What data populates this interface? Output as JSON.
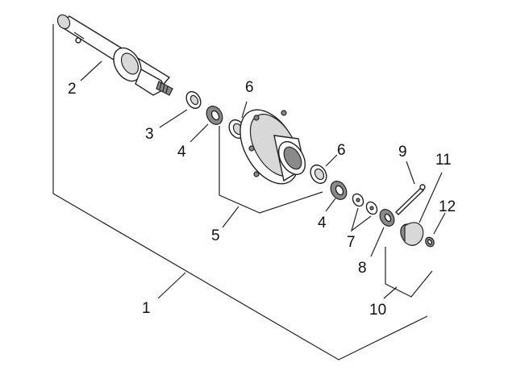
{
  "diagram": {
    "callouts": [
      {
        "id": "c1",
        "text": "1"
      },
      {
        "id": "c2",
        "text": "2"
      },
      {
        "id": "c3",
        "text": "3"
      },
      {
        "id": "c4a",
        "text": "4"
      },
      {
        "id": "c4b",
        "text": "4"
      },
      {
        "id": "c5",
        "text": "5"
      },
      {
        "id": "c6a",
        "text": "6"
      },
      {
        "id": "c6b",
        "text": "6"
      },
      {
        "id": "c7",
        "text": "7"
      },
      {
        "id": "c8",
        "text": "8"
      },
      {
        "id": "c9",
        "text": "9"
      },
      {
        "id": "c10",
        "text": "10"
      },
      {
        "id": "c11",
        "text": "11"
      },
      {
        "id": "c12",
        "text": "12"
      }
    ]
  }
}
